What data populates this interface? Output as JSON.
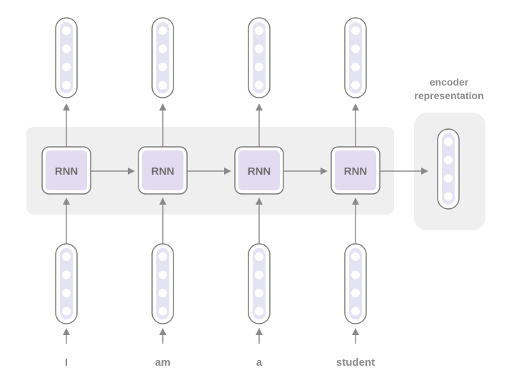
{
  "encoder": {
    "title_line1": "encoder",
    "title_line2": "representation"
  },
  "steps": [
    {
      "rnn_label": "RNN",
      "word": "I"
    },
    {
      "rnn_label": "RNN",
      "word": "am"
    },
    {
      "rnn_label": "RNN",
      "word": "a"
    },
    {
      "rnn_label": "RNN",
      "word": "student"
    }
  ],
  "colors": {
    "panel": "#efefef",
    "rnn_fill": "#e3dbef",
    "vector_fill": "#e4e3f3",
    "dot": "#ffffff",
    "stroke": "#7a7a7a",
    "arrow": "#8a8a8a",
    "text": "#8a8a8a"
  },
  "vector_dots": 4
}
